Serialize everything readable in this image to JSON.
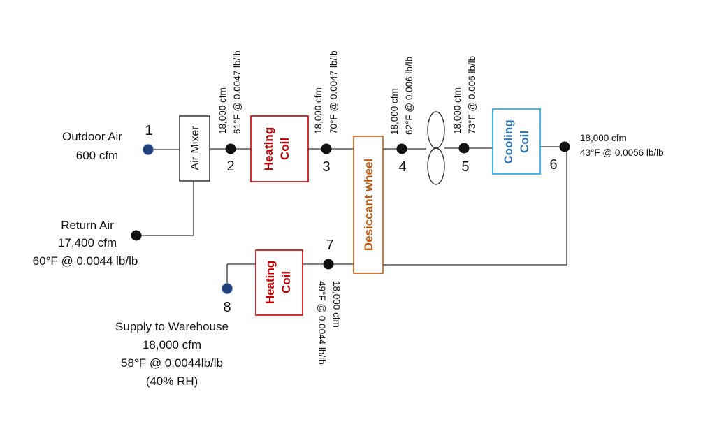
{
  "colors": {
    "line": "#333333",
    "node": "#111111",
    "endpoint": "#1f3f7a",
    "heating": "#c00000",
    "cooling": "#1ba1e2",
    "cooling_text": "#2e75b6",
    "desiccant": "#c55a11"
  },
  "inlets": {
    "outdoor": {
      "name": "Outdoor Air",
      "flow": "600 cfm"
    },
    "return": {
      "name": "Return Air",
      "flow": "17,400 cfm",
      "condition": "60°F @ 0.0044 lb/lb"
    }
  },
  "supply": {
    "name": "Supply to Warehouse",
    "flow": "18,000 cfm",
    "condition": "58°F @ 0.0044lb/lb",
    "rh": "(40% RH)"
  },
  "states": [
    {
      "id": "1"
    },
    {
      "id": "2",
      "flow": "18,000 cfm",
      "condition": "61°F @ 0.0047 lb/lb"
    },
    {
      "id": "3",
      "flow": "18,000 cfm",
      "condition": "70°F @ 0.0047 lb/lb"
    },
    {
      "id": "4",
      "flow": "18,000 cfm",
      "condition": "62°F @ 0.006 lb/lb"
    },
    {
      "id": "5",
      "flow": "18,000 cfm",
      "condition": "73°F @ 0.006 lb/lb"
    },
    {
      "id": "6",
      "flow": "18,000 cfm",
      "condition": "43°F @ 0.0056 lb/lb"
    },
    {
      "id": "7",
      "flow": "18,000 cfm",
      "condition": "49°F @ 0.0044 lb/lb"
    },
    {
      "id": "8"
    }
  ],
  "components": {
    "air_mixer": "Air Mixer",
    "heating_coil_top": {
      "line1": "Heating",
      "line2": "Coil"
    },
    "desiccant_wheel": "Desiccant wheel",
    "cooling_coil": {
      "line1": "Cooling",
      "line2": "Coil"
    },
    "heating_coil_bottom": {
      "line1": "Heating",
      "line2": "Coil"
    }
  }
}
